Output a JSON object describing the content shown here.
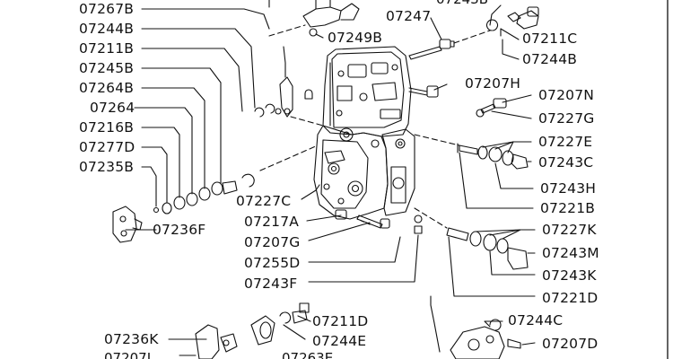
{
  "parts": {
    "p07267B": "07267B",
    "p07244B_l": "07244B",
    "p07211B": "07211B",
    "p07245B": "07245B",
    "p07264B": "07264B",
    "p07264": "07264",
    "p07216B": "07216B",
    "p07277D": "07277D",
    "p07235B": "07235B",
    "p07236F": "07236F",
    "p07227C": "07227C",
    "p07217A": "07217A",
    "p07207G": "07207G",
    "p07255D": "07255D",
    "p07243F": "07243F",
    "p07236K": "07236K",
    "p07249B": "07249B",
    "p07247": "07247",
    "p07211C": "07211C",
    "p07244B_r": "07244B",
    "p07207H": "07207H",
    "p07207N": "07207N",
    "p07227G": "07227G",
    "p07227E": "07227E",
    "p07243C": "07243C",
    "p07243H": "07243H",
    "p07221B": "07221B",
    "p07227K": "07227K",
    "p07243M": "07243M",
    "p07243K": "07243K",
    "p07221D": "07221D",
    "p07244C": "07244C",
    "p07207D": "07207D",
    "p07211D": "07211D",
    "p07244E": "07244E"
  },
  "colors": {
    "ink": "#111111",
    "paper": "#ffffff"
  }
}
